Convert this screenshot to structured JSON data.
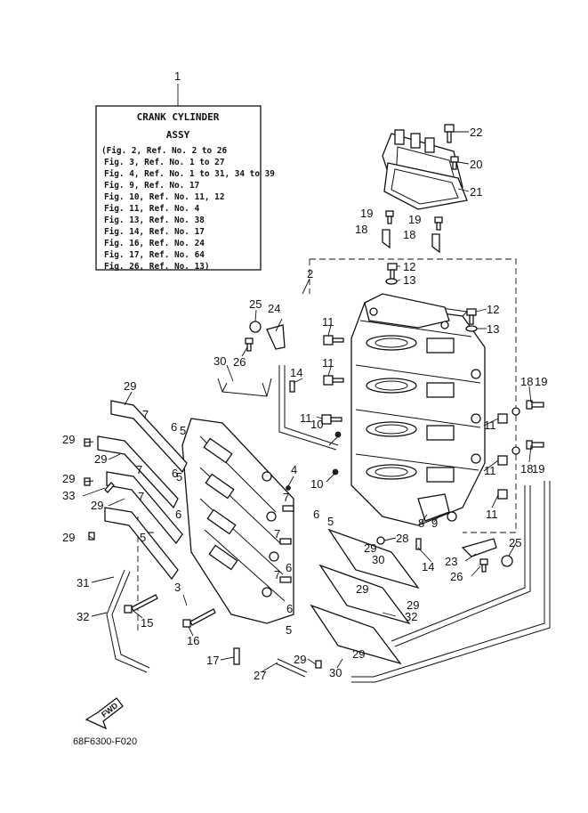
{
  "reference_box": {
    "title_line1": "CRANK CYLINDER",
    "title_line2": "ASSY",
    "lines": [
      "(Fig. 2, Ref. No. 2 to 26",
      "Fig. 3, Ref. No. 1 to 27",
      "Fig. 4, Ref. No. 1 to 31, 34 to 39",
      "Fig. 9, Ref. No. 17",
      "Fig. 10, Ref. No. 11, 12",
      "Fig. 11, Ref. No. 4",
      "Fig. 13, Ref. No. 38",
      "Fig. 14, Ref. No. 17",
      "Fig. 16, Ref. No. 24",
      "Fig. 17, Ref. No. 64",
      "Fig. 26, Ref. No. 13)"
    ]
  },
  "fwd_label": "FWD",
  "drawing_code": "68F6300-F020",
  "callouts": [
    "1",
    "2",
    "3",
    "4",
    "5",
    "6",
    "7",
    "8",
    "9",
    "10",
    "11",
    "12",
    "13",
    "14",
    "15",
    "16",
    "17",
    "18",
    "19",
    "20",
    "21",
    "22",
    "23",
    "24",
    "25",
    "26",
    "27",
    "28",
    "29",
    "30",
    "31",
    "32",
    "33"
  ]
}
